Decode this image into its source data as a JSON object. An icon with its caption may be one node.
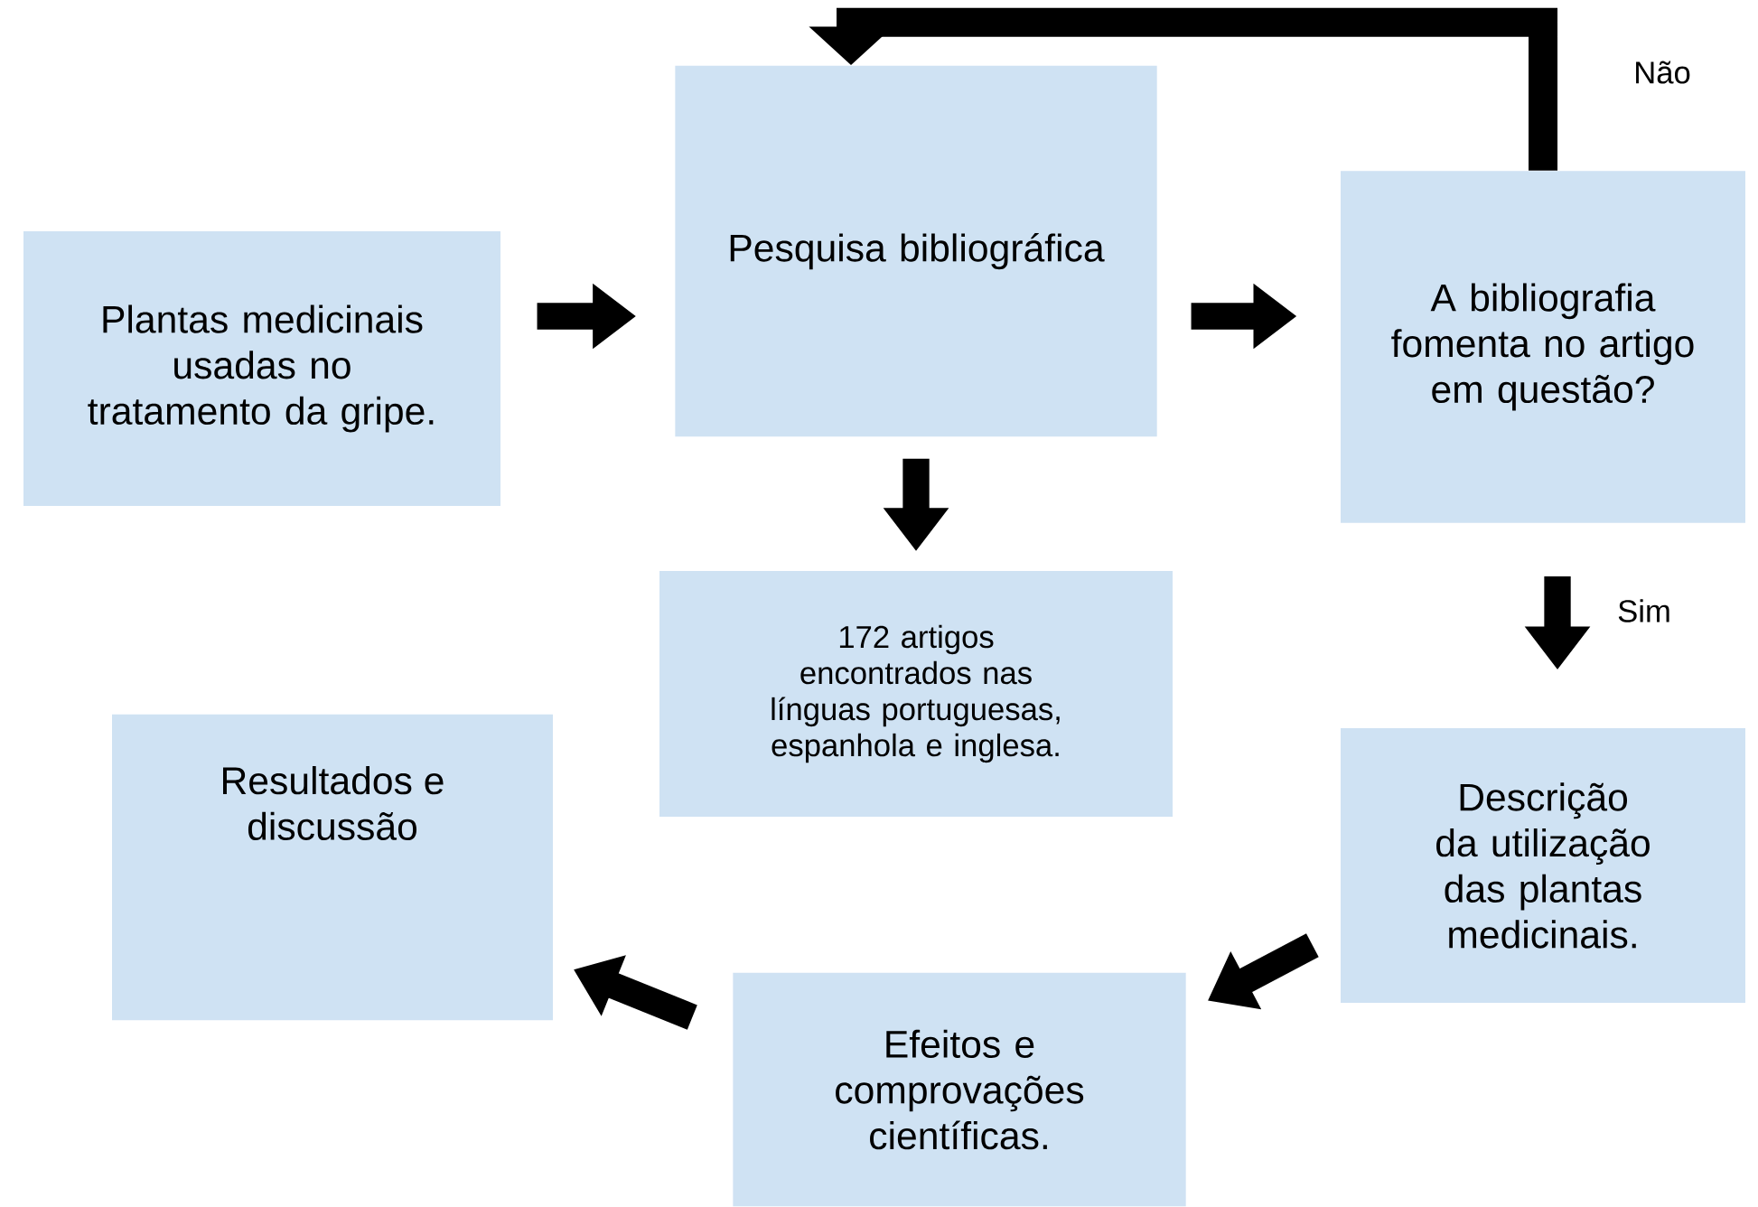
{
  "diagram": {
    "nodes": [
      {
        "text": [
          "Plantas medicinais usadas no tratamento da gripe."
        ]
      },
      {
        "text": [
          "Pesquisa bibliográfica"
        ]
      },
      {
        "text": [
          "A bibliografia fomenta no artigo em questão?"
        ]
      },
      {
        "text": [
          "172 artigos encontrados nas línguas portuguesas, espanhola e inglesa."
        ]
      },
      {
        "text": [
          "Resultados e discussão"
        ]
      },
      {
        "text": [
          "Descrição da utilização das plantas medicinais."
        ]
      },
      {
        "text": [
          "Efeitos e comprovações científicas."
        ]
      }
    ],
    "edges": [
      {
        "from": 0,
        "to": 1,
        "arrow": "to"
      },
      {
        "from": 1,
        "to": 2,
        "arrow": "to"
      },
      {
        "from": 1,
        "to": 3,
        "arrow": "to"
      },
      {
        "from": 2,
        "to": 1,
        "arrow": "to",
        "label": "Não"
      },
      {
        "from": 2,
        "to": 5,
        "arrow": "to",
        "label": "Sim"
      },
      {
        "from": 5,
        "to": 6,
        "arrow": "to"
      },
      {
        "from": 6,
        "to": 4,
        "arrow": "to"
      }
    ]
  }
}
